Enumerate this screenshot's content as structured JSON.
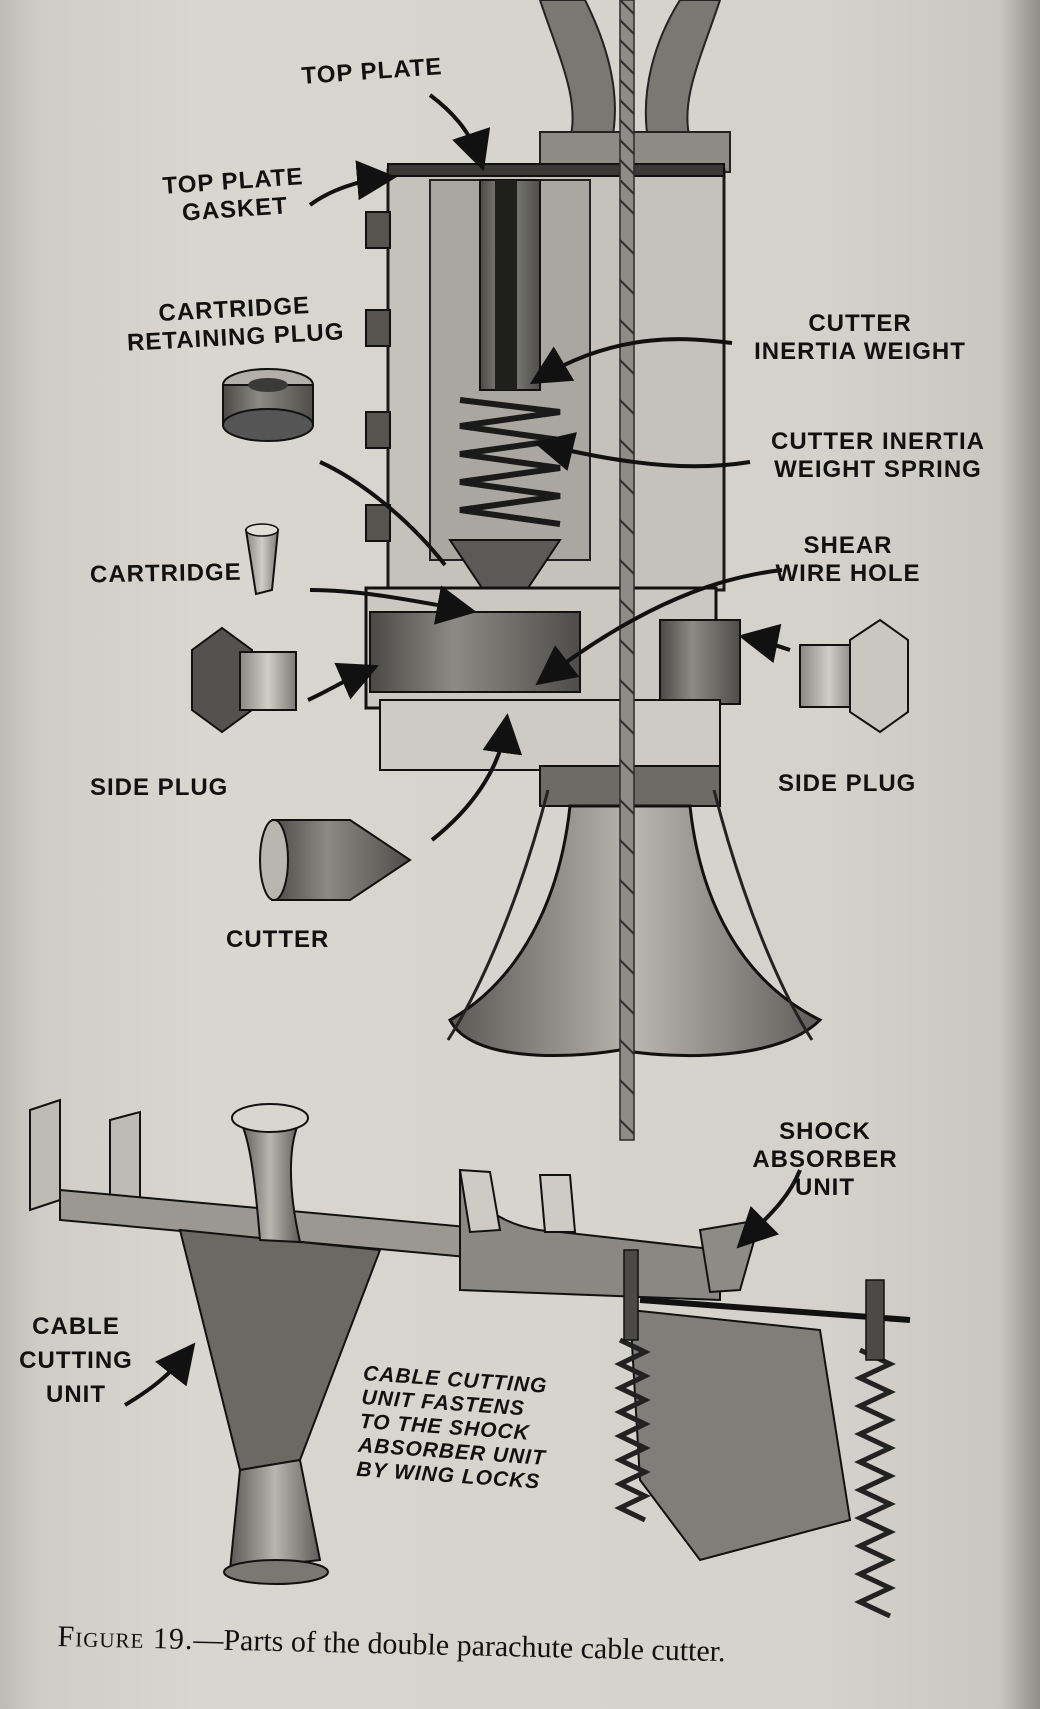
{
  "labels": {
    "top_plate": "TOP PLATE",
    "top_plate_gasket": [
      "TOP PLATE",
      "GASKET"
    ],
    "cartridge_retaining_plug": [
      "CARTRIDGE",
      "RETAINING PLUG"
    ],
    "cutter_inertia_weight": [
      "CUTTER",
      "INERTIA WEIGHT"
    ],
    "cutter_inertia_weight_spring": [
      "CUTTER INERTIA",
      "WEIGHT SPRING"
    ],
    "shear_wire_hole": [
      "SHEAR",
      "WIRE HOLE"
    ],
    "cartridge": "CARTRIDGE",
    "side_plug_left": "SIDE PLUG",
    "side_plug_right": "SIDE PLUG",
    "cutter": "CUTTER",
    "shock_absorber_unit": [
      "SHOCK",
      "ABSORBER",
      "UNIT"
    ],
    "cable_cutting_unit": [
      "CABLE",
      "CUTTING",
      "UNIT"
    ],
    "fastening_note": [
      "CABLE CUTTING",
      "UNIT FASTENS",
      "TO THE SHOCK",
      "ABSORBER UNIT",
      "BY WING LOCKS"
    ]
  },
  "caption": {
    "figure": "Figure 19.",
    "dash": "—",
    "text": "Parts of the double parachute cable cutter."
  },
  "colors": {
    "paper": "#d4d2ca",
    "ink": "#111111",
    "metal_dark": "#3d3c3a",
    "metal_mid": "#6f6d68",
    "metal_light": "#b9b7b0"
  }
}
